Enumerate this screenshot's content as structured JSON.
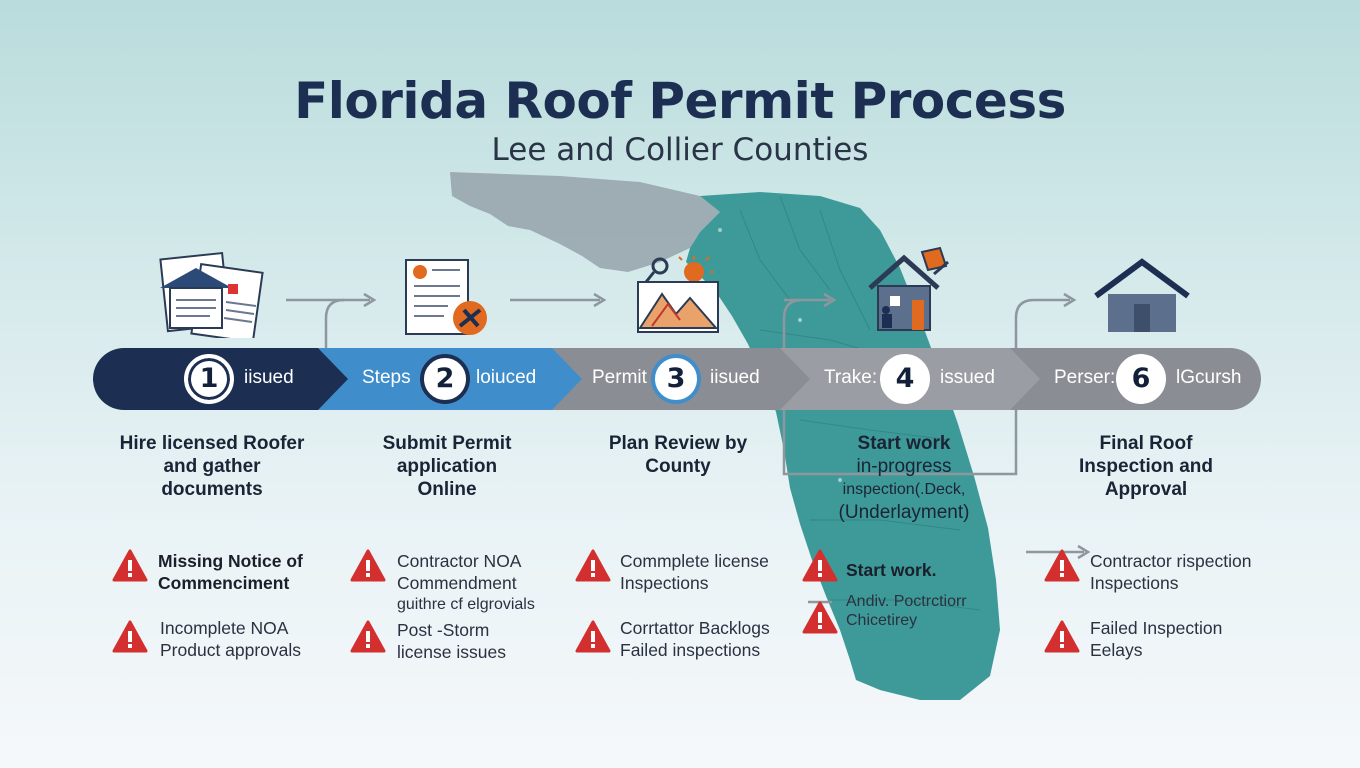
{
  "title": "Florida Roof Permit Process",
  "subtitle": "Lee and Collier Counties",
  "colors": {
    "navy": "#1c2f52",
    "blue": "#3f8ecb",
    "gray": "#8a8e94",
    "teal": "#3e9a98",
    "alert": "#d32f2f",
    "orange": "#e06a1f"
  },
  "steps": [
    {
      "number": "1",
      "band_prefix": "",
      "band_suffix": "iisued",
      "description": [
        "Hire licensed Roofer",
        "and gather",
        "documents"
      ],
      "icon": "documents-icon",
      "issues": [
        {
          "lines": [
            "Missing Notice of",
            "Commenciment"
          ],
          "bold": true
        },
        {
          "lines": [
            "Incomplete NOA",
            "Product approvals"
          ],
          "bold": false
        }
      ]
    },
    {
      "number": "2",
      "band_prefix": "Steps",
      "band_suffix": "loiuced",
      "description": [
        "Submit Permit",
        "application",
        "Online"
      ],
      "icon": "application-form-icon",
      "issues": [
        {
          "lines": [
            "Contractor NOA",
            "Commendment",
            "guithre cf elgrovials"
          ],
          "bold": false
        },
        {
          "lines": [
            "Post -Storm",
            "license issues"
          ],
          "bold": false
        }
      ]
    },
    {
      "number": "3",
      "band_prefix": "Permit",
      "band_suffix": "iisued",
      "description": [
        "Plan Review by",
        "County"
      ],
      "icon": "plan-review-icon",
      "issues": [
        {
          "lines": [
            "Commplete license",
            "Inspections"
          ],
          "bold": false
        },
        {
          "lines": [
            "Corrtattor Backlogs",
            "Failed inspections"
          ],
          "bold": false
        }
      ]
    },
    {
      "number": "4",
      "band_prefix": "Trake:",
      "band_suffix": "issued",
      "description": [
        "Start work",
        "in-progress",
        "inspection(.Deck,",
        "(Underlayment)"
      ],
      "icon": "house-work-icon",
      "issues": [
        {
          "lines": [
            "Start work."
          ],
          "bold": true
        },
        {
          "lines": [
            "Andiv. Poctrctiorr",
            "Chicetirey"
          ],
          "bold": false
        }
      ]
    },
    {
      "number": "6",
      "band_prefix": "Perser:",
      "band_suffix": "lGcursh",
      "description": [
        "Final Roof",
        "Inspection and",
        "Approval"
      ],
      "icon": "house-icon",
      "issues": [
        {
          "lines": [
            "Contractor rispection",
            "Inspections"
          ],
          "bold": false
        },
        {
          "lines": [
            "Failed Inspection",
            "Eelays"
          ],
          "bold": false
        }
      ]
    }
  ]
}
